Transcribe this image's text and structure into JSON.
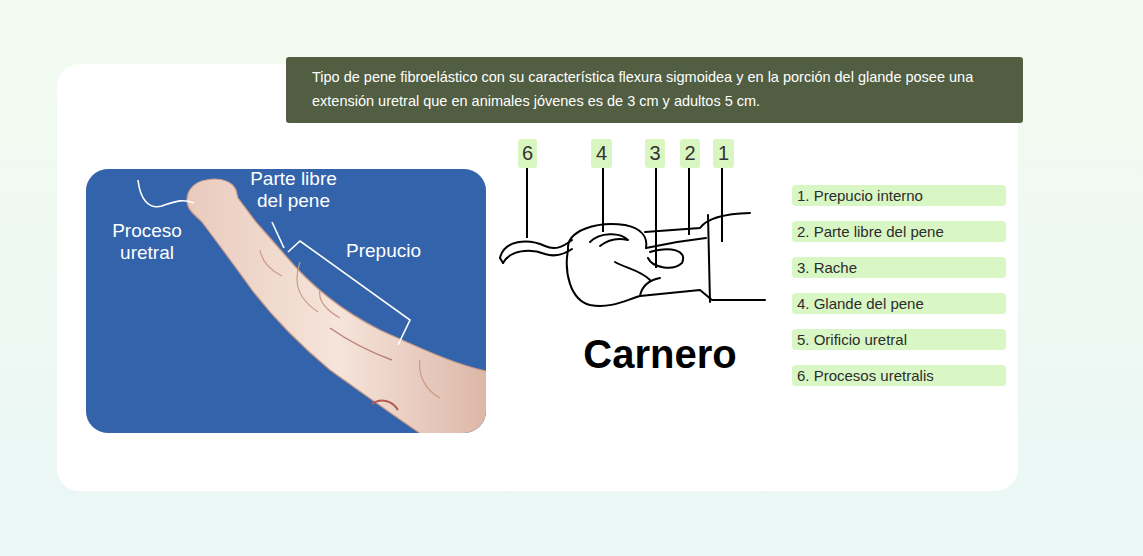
{
  "diagram": {
    "nodes": [
      {
        "text": [
          "Tipo de pene fibroelástico con su característica flexura sigmoidea y en la porción del glande posee una extensión uretral que en animales jóvenes es de 3 cm y adultos 5 cm."
        ]
      },
      {
        "text": [
          "6"
        ]
      },
      {
        "text": [
          "4"
        ]
      },
      {
        "text": [
          "3"
        ]
      },
      {
        "text": [
          "2"
        ]
      },
      {
        "text": [
          "1"
        ]
      },
      {
        "text": [
          "1. Prepucio interno"
        ]
      },
      {
        "text": [
          "2. Parte libre del pene"
        ]
      },
      {
        "text": [
          "3. Rache"
        ]
      },
      {
        "text": [
          "4. Glande del pene"
        ]
      },
      {
        "text": [
          "5. Orificio uretral"
        ]
      },
      {
        "text": [
          "6. Procesos uretralis"
        ]
      }
    ],
    "labels": [
      "Proceso uretral",
      "Parte libre del pene",
      "Prepucio",
      "Carnero"
    ]
  }
}
